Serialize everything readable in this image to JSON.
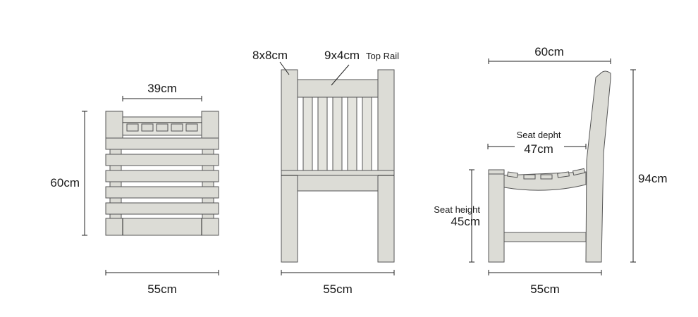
{
  "labels": {
    "top_width": "39cm",
    "top_depth": "60cm",
    "top_bottom_width": "55cm",
    "front_post": "8x8cm",
    "front_rail_size": "9x4cm",
    "front_rail_name": "Top Rail",
    "front_bottom_width": "55cm",
    "side_depth_top": "60cm",
    "side_seat_depth_label": "Seat depht",
    "side_seat_depth_value": "47cm",
    "side_seat_height_label": "Seat height",
    "side_seat_height_value": "45cm",
    "side_height": "94cm",
    "side_bottom_width": "55cm"
  },
  "colors": {
    "wood": "#dcdcd6",
    "outline": "#555555",
    "text": "#1a1a1a"
  }
}
